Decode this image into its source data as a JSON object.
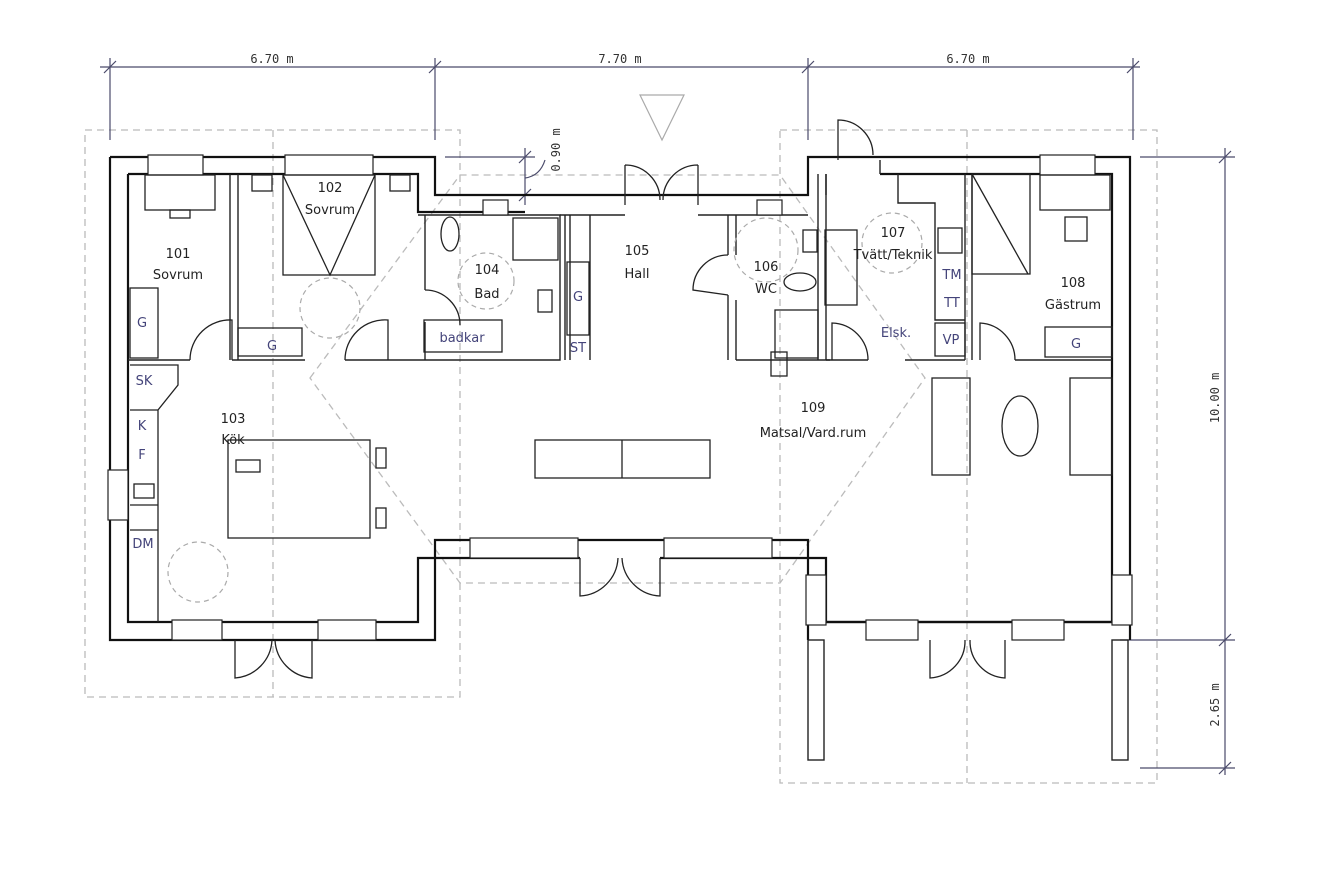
{
  "dimensions": {
    "top_left": "6.70 m",
    "top_center": "7.70 m",
    "top_right": "6.70 m",
    "right_main": "10.00 m",
    "right_porch": "2.65 m",
    "setback": "0.90 m"
  },
  "rooms": {
    "r101": {
      "number": "101",
      "name": "Sovrum"
    },
    "r102": {
      "number": "102",
      "name": "Sovrum"
    },
    "r103": {
      "number": "103",
      "name": "Kök"
    },
    "r104": {
      "number": "104",
      "name": "Bad"
    },
    "r105": {
      "number": "105",
      "name": "Hall"
    },
    "r106": {
      "number": "106",
      "name": "WC"
    },
    "r107": {
      "number": "107",
      "name": "Tvätt/Teknik"
    },
    "r108": {
      "number": "108",
      "name": "Gästrum"
    },
    "r109": {
      "number": "109",
      "name": "Matsal/Vard.rum"
    }
  },
  "labels": {
    "wardrobe": "G",
    "bathtub": "badkar",
    "storage": "ST",
    "broom_closet": "SK",
    "fridge": "K",
    "freezer": "F",
    "dishwasher": "DM",
    "washer": "TM",
    "dryer": "TT",
    "heat_pump": "VP",
    "electrical": "Elsk."
  },
  "colors": {
    "walls": "#111111",
    "roof_outline": "#bbbbbb",
    "labels": "#44447a",
    "dimension": "#4a4a6a"
  }
}
